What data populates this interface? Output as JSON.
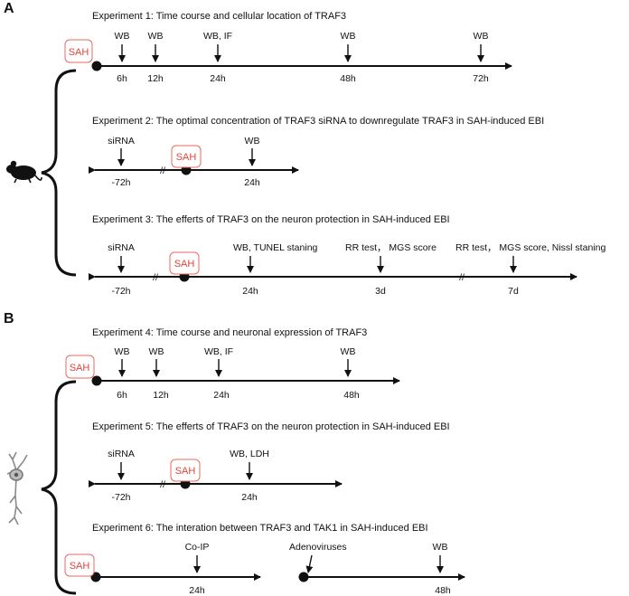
{
  "panels": [
    {
      "label": "A",
      "experiments": [
        {
          "title": "Experiment 1: Time course and cellular location of  TRAF3",
          "timeline": {
            "sah": "SAH",
            "points": [
              {
                "above": "WB",
                "below": "6h"
              },
              {
                "above": "WB",
                "below": "12h"
              },
              {
                "above": "WB, IF",
                "below": "24h"
              },
              {
                "above": "WB",
                "below": "48h"
              },
              {
                "above": "WB",
                "below": "72h"
              }
            ]
          }
        },
        {
          "title": "Experiment 2: The  optimal concentration of TRAF3 siRNA to downregulate TRAF3 in SAH-induced EBI",
          "timeline": {
            "sah": "SAH",
            "break": "//",
            "points": [
              {
                "above": "siRNA",
                "below": "-72h"
              },
              {
                "above": "WB",
                "below": "24h"
              }
            ]
          }
        },
        {
          "title": "Experiment 3: The  efferts of TRAF3 on the neuron protection in SAH-induced EBI",
          "timeline": {
            "sah": "SAH",
            "break": "//",
            "points": [
              {
                "above": "siRNA",
                "below": "-72h"
              },
              {
                "above": "WB, TUNEL staning",
                "below": "24h"
              },
              {
                "above": "RR test， MGS score",
                "below": "3d"
              },
              {
                "above": "RR test， MGS score, Nissl staning",
                "below": "7d"
              }
            ]
          }
        }
      ]
    },
    {
      "label": "B",
      "experiments": [
        {
          "title": "Experiment 4: Time course and neuronal expression of  TRAF3",
          "timeline": {
            "sah": "SAH",
            "points": [
              {
                "above": "WB",
                "below": "6h"
              },
              {
                "above": "WB",
                "below": "12h"
              },
              {
                "above": "WB, IF",
                "below": "24h"
              },
              {
                "above": "WB",
                "below": "48h"
              }
            ]
          }
        },
        {
          "title": "Experiment 5: The  efferts of TRAF3 on the neuron protection in SAH-induced EBI",
          "timeline": {
            "sah": "SAH",
            "break": "//",
            "points": [
              {
                "above": "siRNA",
                "below": "-72h"
              },
              {
                "above": "WB, LDH",
                "below": "24h"
              }
            ]
          }
        },
        {
          "title": "Experiment 6: The  interation between TRAF3 and TAK1 in SAH-induced EBI",
          "timeline": {
            "sah": "SAH",
            "points": [
              {
                "above": "Co-IP",
                "below": "24h"
              },
              {
                "above": "Adenoviruses",
                "below": ""
              },
              {
                "above": "WB",
                "below": "48h"
              }
            ]
          }
        }
      ]
    }
  ],
  "icons": {
    "panel_a": "mouse-icon",
    "panel_b": "neuron-icon"
  },
  "colors": {
    "sah": "#e0443a",
    "line": "#111111"
  }
}
